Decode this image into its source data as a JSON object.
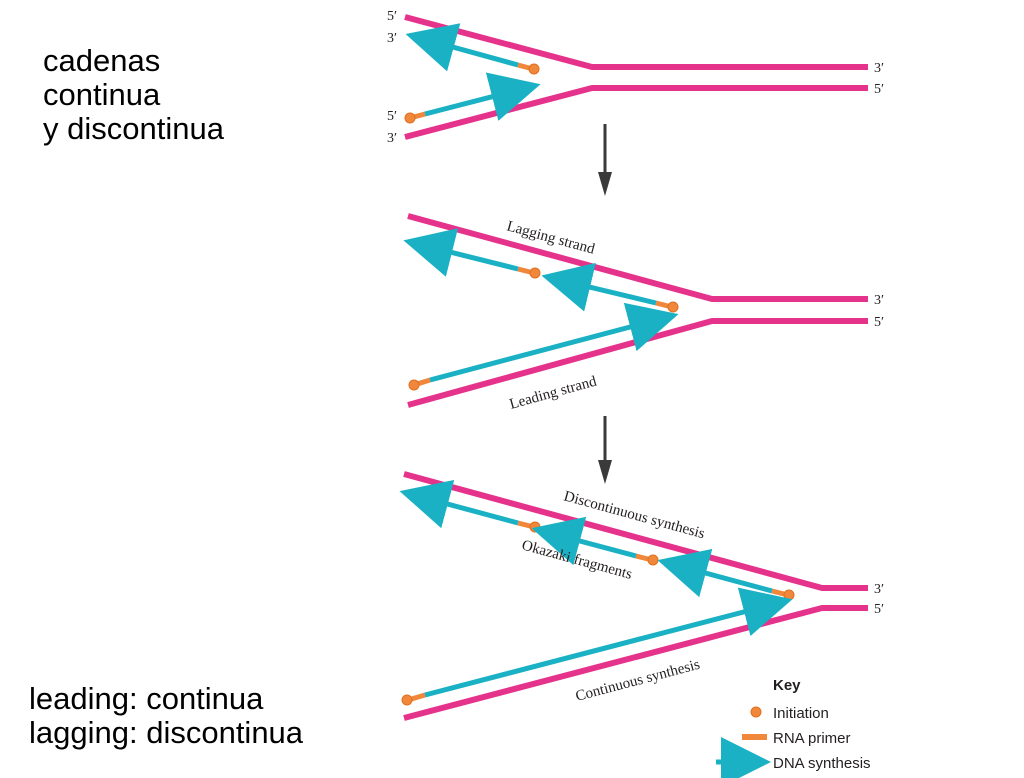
{
  "title_lines": [
    "cadenas",
    "continua",
    "y discontinua"
  ],
  "footer_lines": [
    "leading: continua",
    "lagging: discontinua"
  ],
  "ends": {
    "five_prime": "5′",
    "three_prime": "3′"
  },
  "labels": {
    "lagging_strand": "Lagging strand",
    "leading_strand": "Leading strand",
    "discontinuous_synthesis": "Discontinuous synthesis",
    "okazaki_fragments": "Okazaki fragments",
    "continuous_synthesis": "Continuous synthesis"
  },
  "key": {
    "title": "Key",
    "initiation": "Initiation",
    "rna_primer": "RNA primer",
    "dna_synthesis": "DNA synthesis"
  },
  "colors": {
    "parental_strand": "#e5338c",
    "dna_synthesis": "#1ab1c4",
    "rna_primer": "#f0873a",
    "initiation": "#f0873a",
    "process_arrow": "#3a3a3a"
  }
}
